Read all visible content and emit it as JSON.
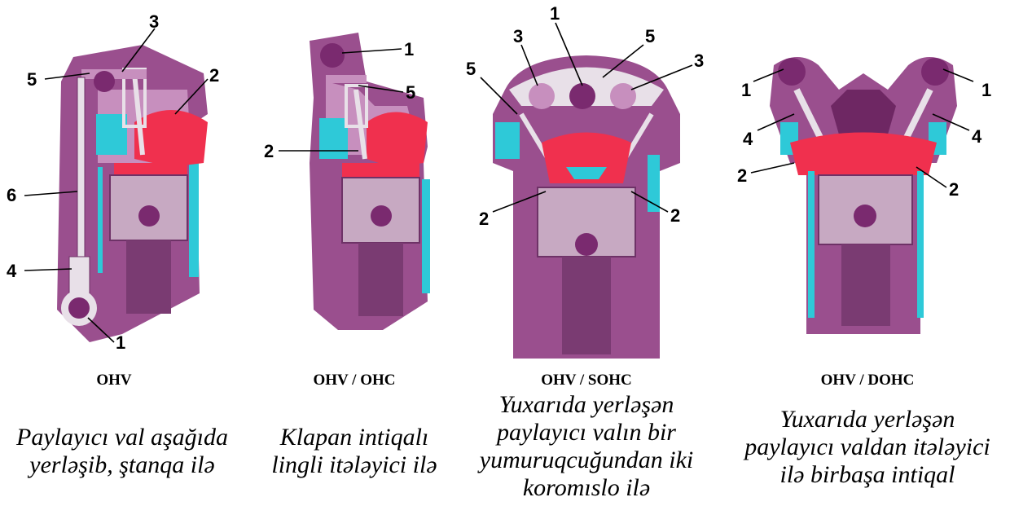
{
  "colors": {
    "body": "#9a4f8e",
    "body_dark": "#6e3267",
    "body_light": "#c78fbe",
    "coolant": "#2ec9d8",
    "combustion": "#f0304e",
    "cam": "#7a2a6f",
    "steel": "#e8e0e8"
  },
  "panels": [
    {
      "title": "OHV",
      "description": [
        "Paylayıcı val aşağıda",
        "yerləşib, ştanqa ilə"
      ],
      "callouts": [
        "1",
        "2",
        "3",
        "4",
        "5",
        "6"
      ]
    },
    {
      "title": "OHV / OHC",
      "description": [
        "Klapan intiqalı",
        "lingli itələyici ilə"
      ],
      "callouts": [
        "1",
        "2",
        "5"
      ]
    },
    {
      "title": "OHV / SOHC",
      "description": [
        "Yuxarıda yerləşən",
        "paylayıcı valın bir",
        "yumuruqcuğundan iki",
        "koromıslo ilə"
      ],
      "callouts": [
        "1",
        "2",
        "3",
        "5"
      ]
    },
    {
      "title": "OHV / DOHC",
      "description": [
        "Yuxarıda yerləşən",
        "paylayıcı valdan itələyici",
        "ilə birbaşa intiqal"
      ],
      "callouts": [
        "1",
        "2",
        "4"
      ]
    }
  ]
}
